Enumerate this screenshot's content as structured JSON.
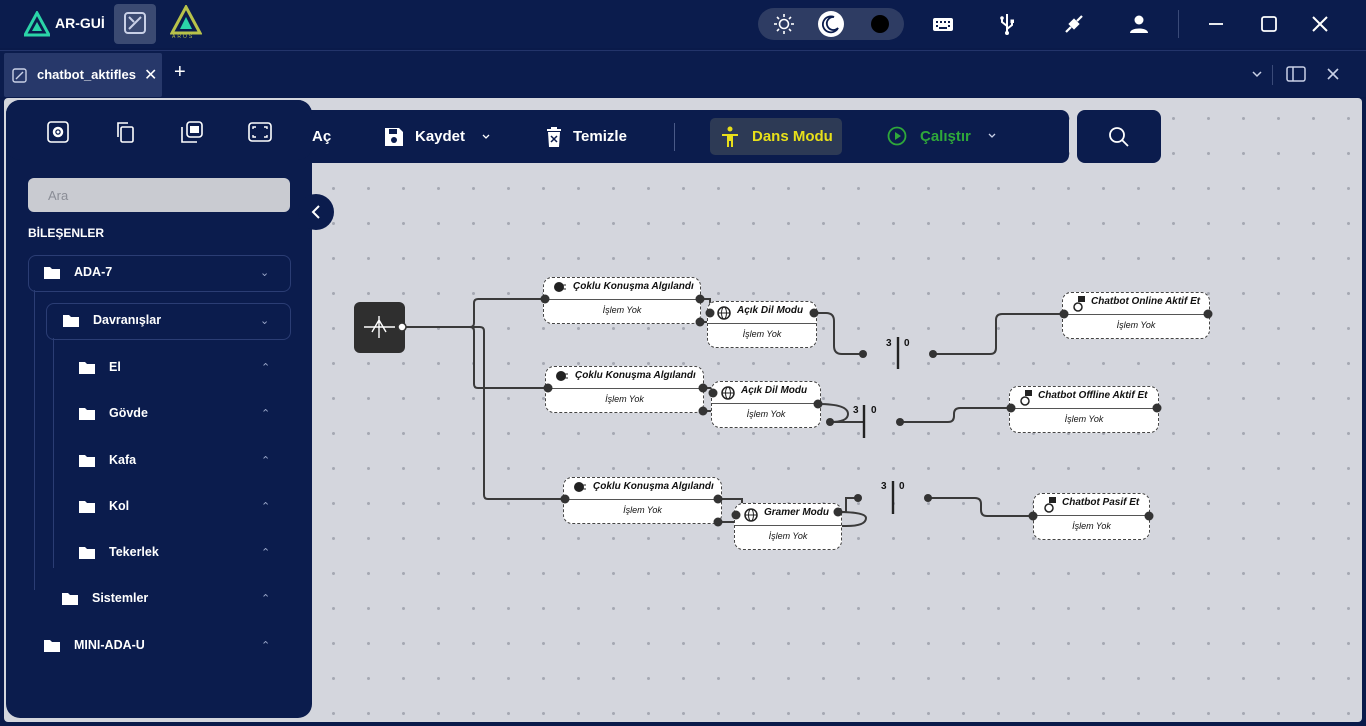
{
  "app": {
    "name": "AR-GUİ",
    "aros_label": "AROS"
  },
  "tab": {
    "label": "chatbot_aktifles",
    "close": "✕",
    "add": "+"
  },
  "toolbar": {
    "open_label": "Aç",
    "save_label": "Kaydet",
    "clear_label": "Temizle",
    "dance_label": "Dans Modu",
    "run_label": "Çalıştır"
  },
  "sidebar": {
    "search_placeholder": "Ara",
    "section_title": "BİLEŞENLER",
    "tree": [
      {
        "label": "ADA-7"
      },
      {
        "label": "Davranışlar"
      },
      {
        "label": "El"
      },
      {
        "label": "Gövde"
      },
      {
        "label": "Kafa"
      },
      {
        "label": "Kol"
      },
      {
        "label": "Tekerlek"
      },
      {
        "label": "Sistemler"
      },
      {
        "label": "MINI-ADA-U"
      }
    ]
  },
  "nodes": [
    {
      "title": "Çoklu Konuşma Algılandı",
      "status": "İşlem Yok"
    },
    {
      "title": "Açık Dil Modu",
      "status": "İşlem Yok"
    },
    {
      "title": "Chatbot Online Aktif Et",
      "status": "İşlem Yok"
    },
    {
      "title": "Çoklu Konuşma Algılandı",
      "status": "İşlem Yok"
    },
    {
      "title": "Açık Dil Modu",
      "status": "İşlem Yok"
    },
    {
      "title": "Chatbot Offline Aktif Et",
      "status": "İşlem Yok"
    },
    {
      "title": "Çoklu Konuşma Algılandı",
      "status": "İşlem Yok"
    },
    {
      "title": "Gramer Modu",
      "status": "İşlem Yok"
    },
    {
      "title": "Chatbot Pasif Et",
      "status": "İşlem Yok"
    }
  ],
  "gates": [
    {
      "left": "3",
      "right": "0"
    },
    {
      "left": "3",
      "right": "0"
    },
    {
      "left": "3",
      "right": "0"
    }
  ],
  "colors": {
    "accent": "#0b1c4d",
    "dance": "#e8e01a",
    "run": "#2fa83a"
  }
}
